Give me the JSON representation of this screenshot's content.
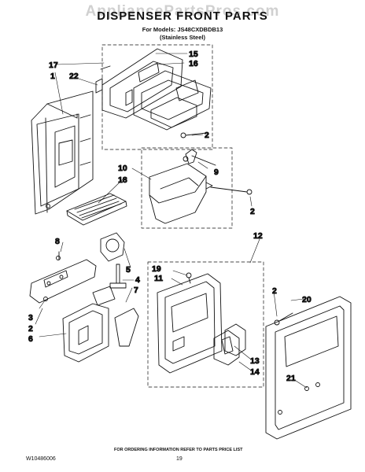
{
  "header": {
    "title": "DISPENSER FRONT PARTS",
    "watermark": "AppliancePartsPros.com",
    "models": "For Models: JS48CXDBDB13",
    "finish": "(Stainless Steel)"
  },
  "callouts": [
    "17",
    "15",
    "1",
    "16",
    "22",
    "2",
    "10",
    "9",
    "18",
    "2",
    "8",
    "12",
    "5",
    "19",
    "11",
    "4",
    "7",
    "2",
    "20",
    "3",
    "2",
    "6",
    "13",
    "14",
    "21"
  ],
  "footer": {
    "ordering": "FOR ORDERING INFORMATION REFER TO PARTS PRICE LIST",
    "doc_number": "W10486006",
    "page_number": "19"
  }
}
